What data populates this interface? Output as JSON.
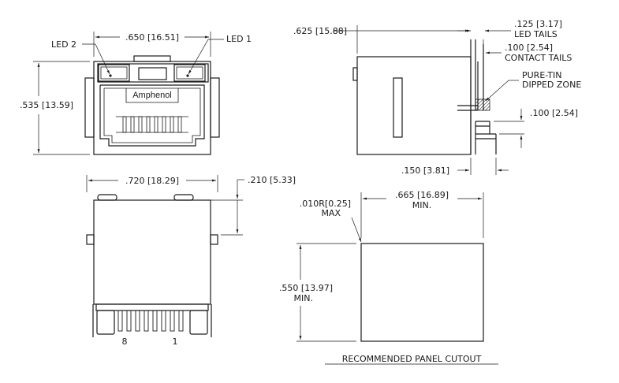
{
  "front_view": {
    "led_left_label": "LED 2",
    "led_right_label": "LED 1",
    "brand": "Amphenol",
    "width_dim": ".650 [16.51]",
    "height_dim": ".535 [13.59]"
  },
  "side_view": {
    "depth_dim": ".625 [15.88]",
    "led_tails_dim": ".125 [3.17]",
    "led_tails_label": "LED TAILS",
    "contact_tails_dim": ".100 [2.54]",
    "contact_tails_label": "CONTACT TAILS",
    "pure_tin_label_1": "PURE-TIN",
    "pure_tin_label_2": "DIPPED ZONE",
    "pitch_dim": ".100 [2.54]",
    "offset_dim": ".150 [3.81]"
  },
  "bottom_view": {
    "width_dim": ".720 [18.29]",
    "tab_dim": ".210 [5.33]",
    "pin_left_label": "8",
    "pin_right_label": "1"
  },
  "panel_cutout": {
    "radius_dim": ".010R[0.25]",
    "radius_qualifier": "MAX",
    "width_dim": ".665 [16.89]",
    "width_qualifier": "MIN.",
    "height_dim": ".550 [13.97]",
    "height_qualifier": "MIN.",
    "caption": "RECOMMENDED PANEL CUTOUT"
  }
}
